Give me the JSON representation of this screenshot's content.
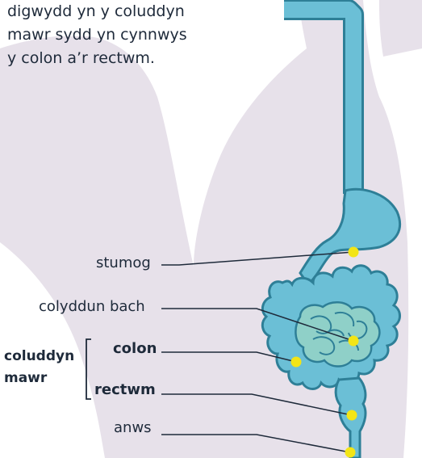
{
  "intro_lines": [
    "digwydd yn y coluddyn",
    "mawr sydd yn cynnwys",
    "y colon a’r rectwm."
  ],
  "labels": {
    "stomach": "stumog",
    "small_intestine": "colyddun bach",
    "colon": "colon",
    "rectum": "rectwm",
    "anus": "anws"
  },
  "group": {
    "line1": "coluddyn",
    "line2": "mawr"
  },
  "colors": {
    "silhouette": "#e7e1ea",
    "organ": "#6bbfd6",
    "organ_dark": "#2e7f97",
    "small_intestine": "#8fd0c8",
    "marker": "#f3e516",
    "leader": "#1e2a3a"
  }
}
